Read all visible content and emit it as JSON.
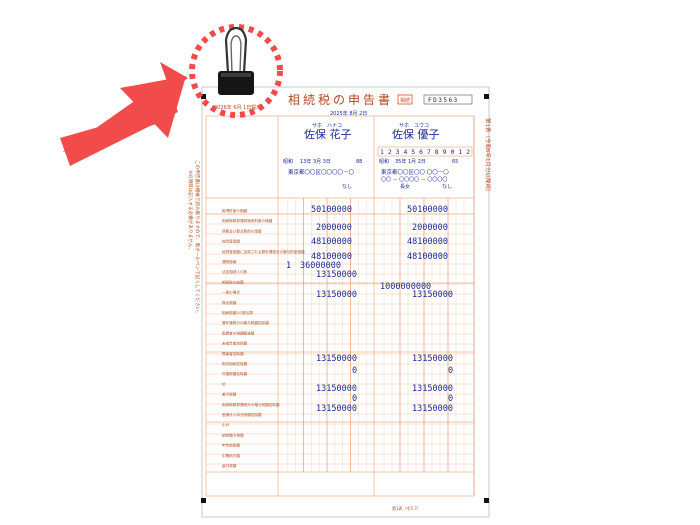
{
  "form": {
    "title": "相続税の申告書",
    "stamp": "相続",
    "code": "FD3563",
    "submit_date": "2026年 6月 1日提出",
    "death_date": "2025年 8月 2日",
    "side_note": "第1表（令和6年1月分以降用）",
    "left_note_1": "この申告書は機械で読み取りますので、黒ボールペンで記入してください。",
    "left_note_2": "※の項目は記入する必要がありません。",
    "footer_code": "第1表（令5.7）",
    "row_labels": [
      "取得財産の価額",
      "相続時精算課税適用財産の価額",
      "債務及び葬式費用の金額",
      "純資産価額",
      "純資産価額に加算される暦年課税分の贈与財産価額",
      "課税価格",
      "法定相続人の数",
      "相続税の総額",
      "一般の場合",
      "算出税額",
      "相続税額の2割加算",
      "暦年課税分の贈与税額控除額",
      "配偶者の税額軽減額",
      "未成年者控除額",
      "障害者控除額",
      "相次相続控除額",
      "外国税額控除額",
      "計",
      "差引税額",
      "相続時精算課税分の贈与税額控除額",
      "医療法人持分税額控除額",
      "小計",
      "納税猶予税額",
      "申告納税額",
      "中間納付額",
      "還付税額"
    ]
  },
  "person1": {
    "furigana": "サホ　ハナコ",
    "name": "佐保 花子",
    "birth_era": "昭和",
    "birth": "13年 3月 3日",
    "age": "88",
    "address": "東京都〇〇区〇〇〇〇－〇",
    "relation": "",
    "occupation": "なし",
    "values": {
      "acquired": "50100000",
      "debts": "2000000",
      "net": "48100000",
      "taxable": "48100000",
      "heirs": "1",
      "total_tax": "36000000",
      "calc_tax": "13150000",
      "sum1": "13150000",
      "zero1": "0",
      "sum2": "13150000",
      "zero2": "0",
      "sum3": "13150000"
    }
  },
  "person2": {
    "furigana": "サホ　ユウコ",
    "name": "佐保 優子",
    "my_number": "1 2 3 4 5 6 7 8 9 0 1 2",
    "birth_era": "昭和",
    "birth": "35年 1月 2日",
    "age": "65",
    "address": "東京都〇〇区〇〇 〇〇－〇",
    "phone": "〇〇 － 〇〇〇〇 － 〇〇〇〇",
    "relation": "長女",
    "occupation": "なし",
    "values": {
      "acquired": "50100000",
      "debts": "2000000",
      "net": "48100000",
      "taxable": "48100000",
      "total_tax": "1000000000",
      "calc_tax": "13150000",
      "sum1": "13150000",
      "zero1": "0",
      "sum2": "13150000",
      "zero2": "0",
      "sum3": "13150000"
    }
  },
  "annotation": {
    "arrow_color": "#f24b4b",
    "circle_color": "#f24b4b",
    "clip_icon": "binder-clip-icon"
  }
}
